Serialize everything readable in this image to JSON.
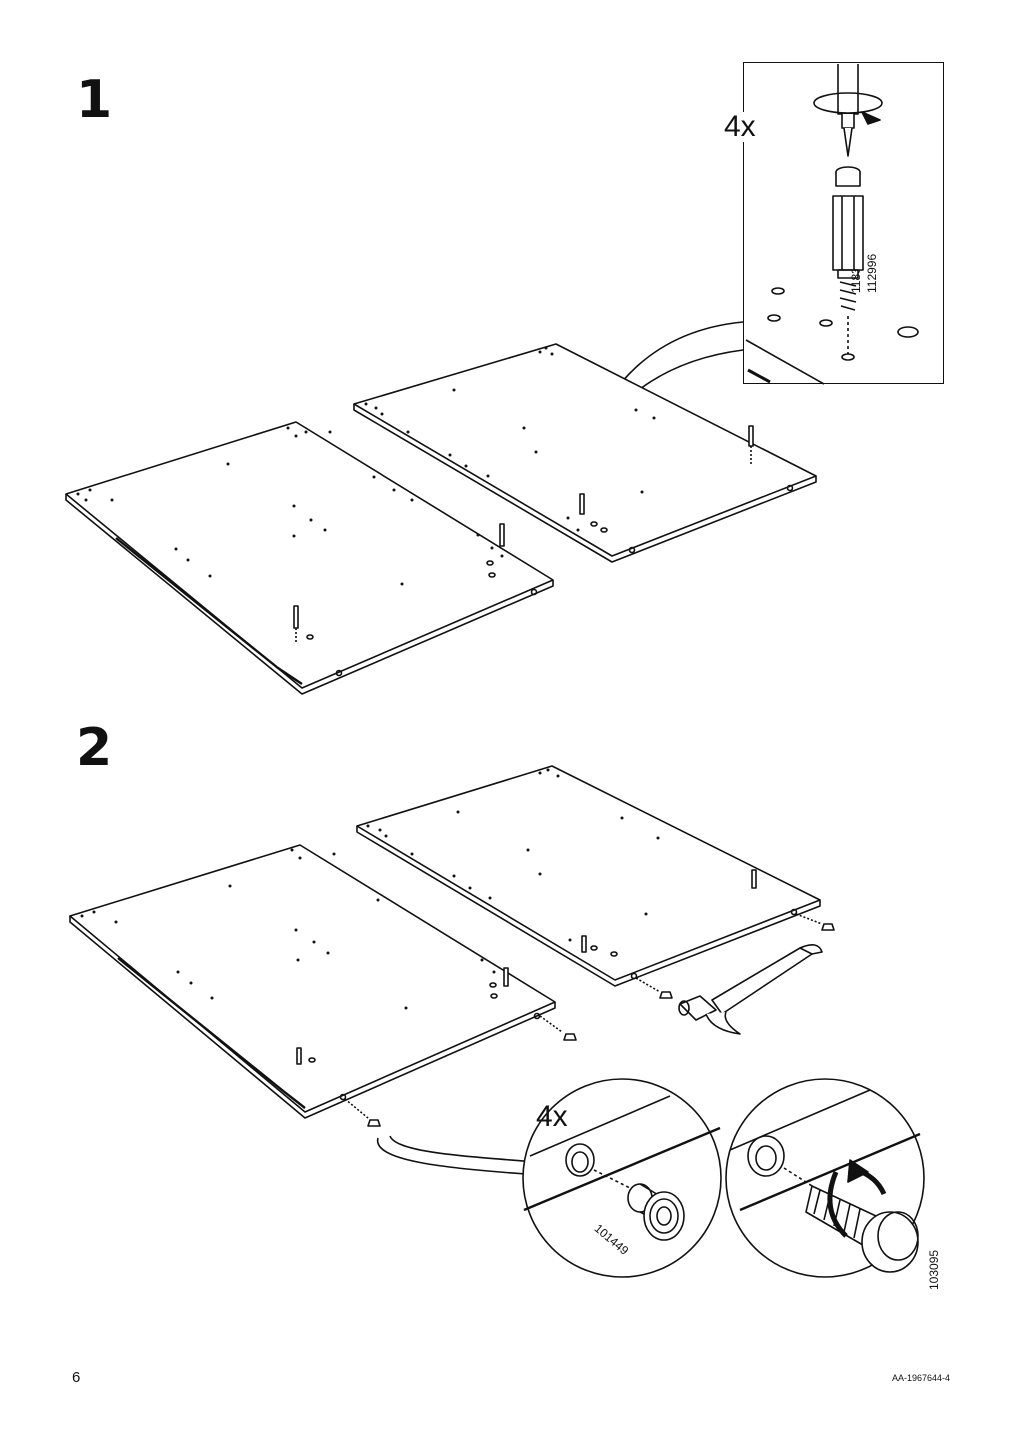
{
  "page": {
    "number": "6",
    "doc_id": "AA-1967644-4"
  },
  "step1": {
    "number": "1",
    "detail": {
      "quantity": "4x",
      "part_numbers": [
        "118331",
        "112996"
      ]
    }
  },
  "step2": {
    "number": "2",
    "detail": {
      "quantity": "4x",
      "part_a": "101449",
      "part_b": "103095"
    }
  },
  "icons": [
    "panel-illustration",
    "screwdriver-icon",
    "cam-dowel-icon",
    "hammer-icon",
    "plastic-plug-icon",
    "screw-in-dowel-icon",
    "rotation-arrow-icon"
  ]
}
